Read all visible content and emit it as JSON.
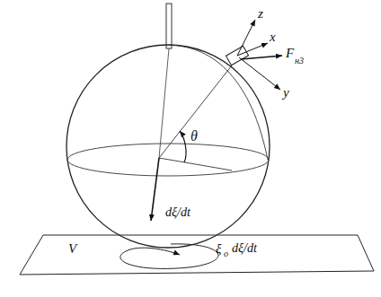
{
  "diagram": {
    "labels": [
      "z",
      "x",
      "F",
      "н3",
      "y",
      "θ",
      "dξ/dt",
      "V",
      "ξ",
      "o",
      "dξ/dt"
    ]
  }
}
